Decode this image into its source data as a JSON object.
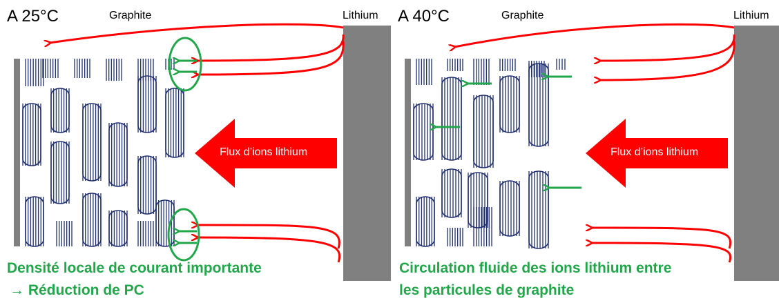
{
  "left_panel": {
    "temperature": "A 25°C",
    "graphite_label": "Graphite",
    "lithium_label": "Lithium",
    "flux_label": "Flux d’ions lithium",
    "caption_line1": "Densité locale de courant importante",
    "caption_line2": "→ Réduction de PC"
  },
  "right_panel": {
    "temperature": "A 40°C",
    "graphite_label": "Graphite",
    "lithium_label": "Lithium",
    "flux_label": "Flux d’ions lithium",
    "caption_line1": "Circulation fluide des ions lithium entre",
    "caption_line2": "les particules de graphite"
  },
  "colors": {
    "red": "#ff0000",
    "green": "#22a64a",
    "navy": "#1f2e6e",
    "gray": "#808080"
  }
}
